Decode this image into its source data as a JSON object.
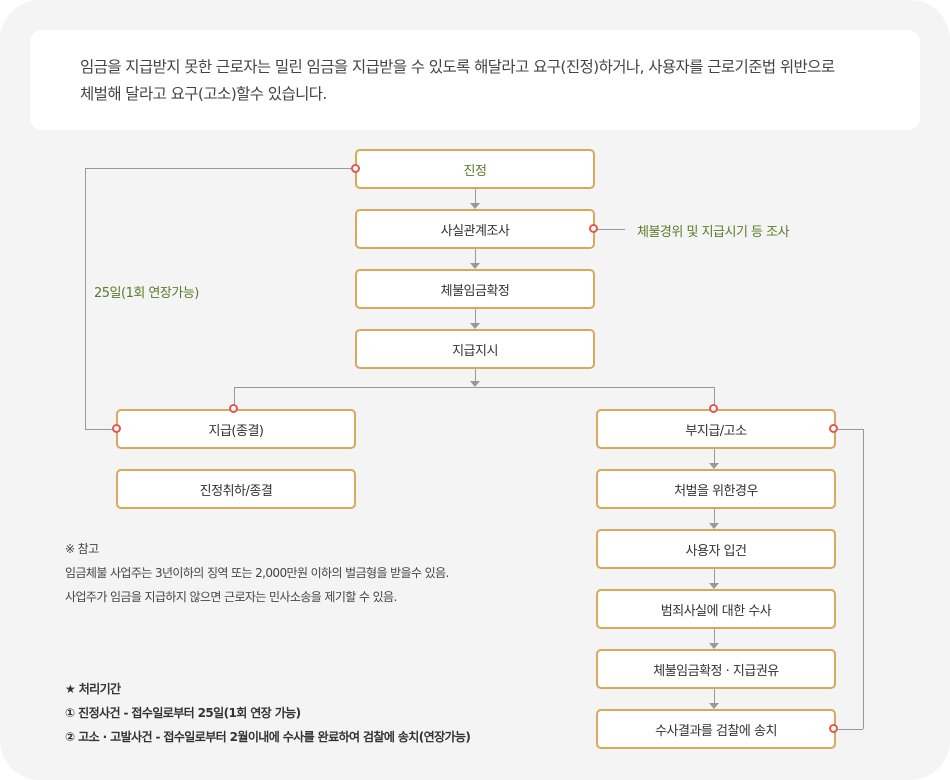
{
  "intro": {
    "line1": "임금을 지급받지 못한 근로자는 밀린 임금을 지급받을 수 있도록 해달라고 요구(진정)하거나, 사용자를 근로기준법 위반으로",
    "line2": "체벌해 달라고 요구(고소)할수 있습니다."
  },
  "flow": {
    "main": [
      {
        "label": "진정"
      },
      {
        "label": "사실관계조사"
      },
      {
        "label": "체불임금확정"
      },
      {
        "label": "지급지시"
      }
    ],
    "side_note": "체불경위 및 지급시기 등 조사",
    "loop_label": "25일(1회 연장가능)",
    "left_branch": [
      {
        "label": "지급(종결)"
      },
      {
        "label": "진정취하/종결"
      }
    ],
    "right_branch": [
      {
        "label": "부지급/고소"
      },
      {
        "label": "처벌을 위한경우"
      },
      {
        "label": "사용자 입건"
      },
      {
        "label": "범죄사실에 대한 수사"
      },
      {
        "label": "체불임금확정 · 지급권유"
      },
      {
        "label": "수사결과를 검찰에 송치"
      }
    ]
  },
  "note": {
    "title": "※ 참고",
    "line1": "임금체불 사업주는 3년이하의 징역 또는 2,000만원 이하의 벌금형을 받을수 있음.",
    "line2": "사업주가 임금을 지급하지 않으면 근로자는 민사소송을 제기할 수 있음."
  },
  "period": {
    "title": "★ 처리기간",
    "item1": "① 진정사건 - 접수일로부터 25일(1회 연장 가능)",
    "item2": "② 고소 · 고발사건 - 접수일로부터 2월이내에 수사를 완료하여 검찰에 송치(연장가능)"
  },
  "colors": {
    "box_border": "#d8a85c",
    "connector_dot": "#e8554e",
    "green_text": "#5d7a2b",
    "line": "#999999",
    "background": "#f4f4f4"
  }
}
